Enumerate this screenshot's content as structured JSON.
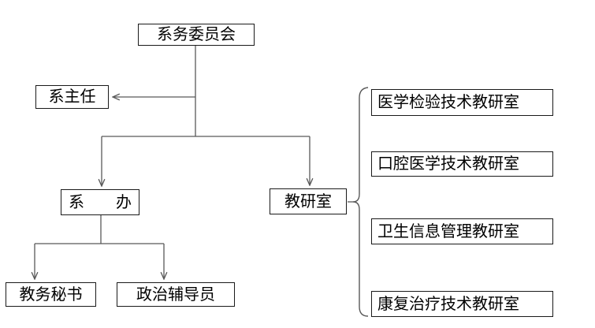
{
  "diagram": {
    "type": "org-chart",
    "nodes": {
      "committee": "系务委员会",
      "director": "系主任",
      "office": "系　　办",
      "teaching_office": "教研室",
      "secretary": "教务秘书",
      "counselor": "政治辅导员"
    },
    "teaching_rooms": [
      "医学检验技术教研室",
      "口腔医学技术教研室",
      "卫生信息管理教研室",
      "康复治疗技术教研室"
    ],
    "colors": {
      "border": "#1a1a1a",
      "line": "#595959",
      "background": "#ffffff",
      "text": "#000000"
    }
  }
}
